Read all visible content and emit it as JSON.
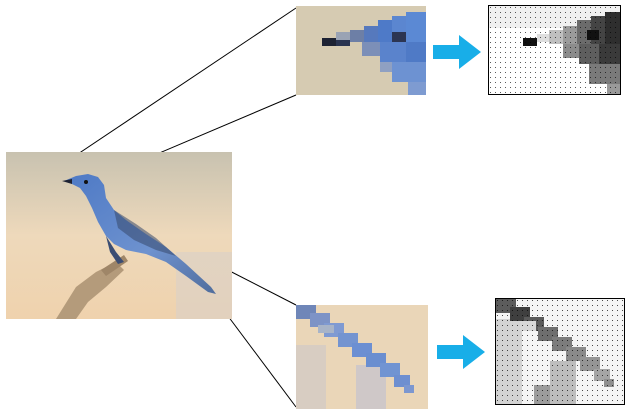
{
  "figure": {
    "description_text": "",
    "colors": {
      "arrow": "#18aee8",
      "frame": "#000000",
      "background_top": "#ccc3ad",
      "background_bottom": "#efd7b3",
      "bird_blue": "#5f86c8",
      "bird_dark": "#37496c",
      "branch": "#b49b7b"
    },
    "icons": [
      "bird-image",
      "head-zoom-image",
      "tail-zoom-image",
      "head-grayscale-grid",
      "tail-grayscale-grid",
      "right-arrow-icon",
      "right-arrow-icon"
    ]
  }
}
